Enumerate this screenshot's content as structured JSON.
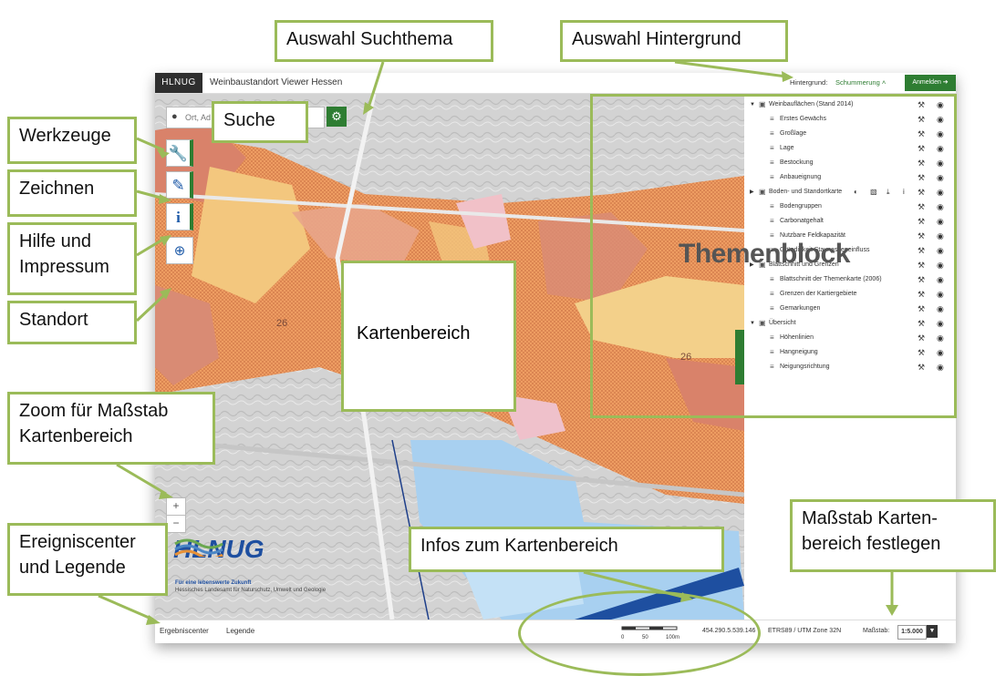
{
  "app": {
    "brand": "HLNUG",
    "title": "Weinbaustandort Viewer Hessen",
    "hintergrund_label": "Hintergrund:",
    "hintergrund_value": "Schummerung ˄",
    "login": "Anmelden ➔"
  },
  "search": {
    "placeholder": "Ort, Ad"
  },
  "map": {
    "label_26_a": "26",
    "label_26_b": "26"
  },
  "zoom": {
    "in": "+",
    "out": "−"
  },
  "logo": {
    "mark": "HLNUG",
    "tagline": "Für eine lebenswerte Zukunft",
    "sub": "Hessisches Landesamt für Naturschutz, Umwelt und Geologie"
  },
  "layers": [
    {
      "level": 0,
      "arrow": "▼",
      "icon": "group",
      "text": "Weinbauflächen (Stand 2014)"
    },
    {
      "level": 1,
      "icon": "layer",
      "text": "Erstes Gewächs"
    },
    {
      "level": 1,
      "icon": "layer",
      "text": "Großlage"
    },
    {
      "level": 1,
      "icon": "layer",
      "text": "Lage"
    },
    {
      "level": 1,
      "icon": "layer",
      "text": "Bestockung"
    },
    {
      "level": 1,
      "icon": "layer",
      "text": "Anbaueignung"
    },
    {
      "level": 0,
      "arrow": "▶",
      "icon": "group",
      "text": "Boden- und Standortkarte"
    },
    {
      "level": 1,
      "icon": "layer",
      "text": "Bodengruppen"
    },
    {
      "level": 1,
      "icon": "layer",
      "text": "Carbonatgehalt"
    },
    {
      "level": 1,
      "icon": "layer",
      "text": "Nutzbare Feldkapazität"
    },
    {
      "level": 1,
      "icon": "layer",
      "text": "Gründigkeit Staunasseneinfluss"
    },
    {
      "level": 0,
      "arrow": "▶",
      "icon": "group",
      "text": "Blattschnitt und Grenzen"
    },
    {
      "level": 1,
      "icon": "layer",
      "text": "Blattschnitt der Themenkarte (2006)"
    },
    {
      "level": 1,
      "icon": "layer",
      "text": "Grenzen der Kartiergebiete"
    },
    {
      "level": 1,
      "icon": "layer",
      "text": "Gemarkungen"
    },
    {
      "level": 0,
      "arrow": "▼",
      "icon": "group",
      "text": "Übersicht"
    },
    {
      "level": 1,
      "icon": "layer",
      "text": "Höhenlinien"
    },
    {
      "level": 1,
      "icon": "layer",
      "text": "Hangneigung"
    },
    {
      "level": 1,
      "icon": "layer",
      "text": "Neigungsrichtung"
    }
  ],
  "bottom": {
    "ergebnis": "Ergebniscenter",
    "legende": "Legende",
    "scale_ticks": [
      "0",
      "50",
      "100m"
    ],
    "coords": "454.290.5.539.146",
    "crs": "ETRS89 / UTM Zone 32N",
    "massstab_label": "Maßstab:",
    "massstab_value": "1:5.000"
  },
  "callouts": {
    "suchthema": "Auswahl Suchthema",
    "hintergrund": "Auswahl Hintergrund",
    "suche": "Suche",
    "werkzeuge": "Werkzeuge",
    "zeichnen": "Zeichnen",
    "hilfe": "Hilfe und Impressum",
    "standort": "Standort",
    "themenblock": "Themenblock",
    "kartenbereich": "Kartenbereich",
    "zoom": "Zoom für Maßstab Kartenbereich",
    "ereignis": "Ereigniscenter und Legende",
    "infos": "Infos zum Kartenbereich",
    "massstab": "Maßstab Karten-bereich festlegen"
  },
  "colors": {
    "accent": "#2e7d32",
    "callout_border": "#9bbb59",
    "soil_orange": "#f0a064",
    "soil_light": "#f3c77e",
    "soil_brown": "#d98b74",
    "water_blue": "#a8d0f0"
  }
}
